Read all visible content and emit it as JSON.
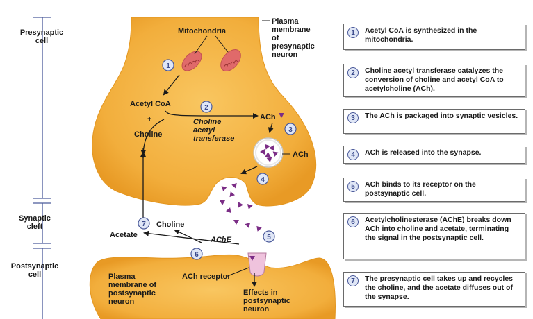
{
  "regions": {
    "presynaptic": "Presynaptic\ncell",
    "synaptic_cleft": "Synaptic\ncleft",
    "postsynaptic": "Postsynaptic\ncell"
  },
  "labels": {
    "plasma_membrane_pre": "Plasma\nmembrane\nof\npresynaptic\nneuron",
    "mitochondria": "Mitochondria",
    "acetyl_coa": "Acetyl CoA",
    "plus": "+",
    "choline_top": "Choline",
    "ach_top": "ACh",
    "enzyme": "Choline\nacetyl\ntransferase",
    "ach_vesicle": "ACh",
    "choline_bottom": "Choline",
    "acetate": "Acetate",
    "ache": "AChE",
    "ach_receptor": "ACh receptor",
    "plasma_membrane_post": "Plasma\nmembrane of\npostsynaptic\nneuron",
    "effects": "Effects in\npostsynaptic\nneuron"
  },
  "diagram_numbers": [
    "1",
    "2",
    "3",
    "4",
    "5",
    "6",
    "7"
  ],
  "steps": [
    {
      "num": "1",
      "text": "Acetyl CoA is synthesized in the mitochondria."
    },
    {
      "num": "2",
      "text": "Choline acetyl transferase catalyzes the conversion of choline and acetyl CoA to acetylcholine (ACh)."
    },
    {
      "num": "3",
      "text": "The ACh is packaged into synaptic vesicles."
    },
    {
      "num": "4",
      "text": "ACh is released into the synapse."
    },
    {
      "num": "5",
      "text": "ACh binds to its receptor on the postsynaptic cell."
    },
    {
      "num": "6",
      "text": "Acetylcholinesterase (AChE) breaks down ACh into choline and acetate, terminating the signal in the postsynaptic cell."
    },
    {
      "num": "7",
      "text": "The presynaptic cell takes up and recycles the choline, and the acetate diffuses out of the synapse."
    }
  ],
  "colors": {
    "cell_fill": "#f2ae3c",
    "cell_edge": "#e3961f",
    "mitochondria": "#e06a6a",
    "ach_molecule": "#7b2d86",
    "number_circle": "#dfe6f6",
    "number_text": "#3a4a8c",
    "receptor": "#efc3dd"
  }
}
